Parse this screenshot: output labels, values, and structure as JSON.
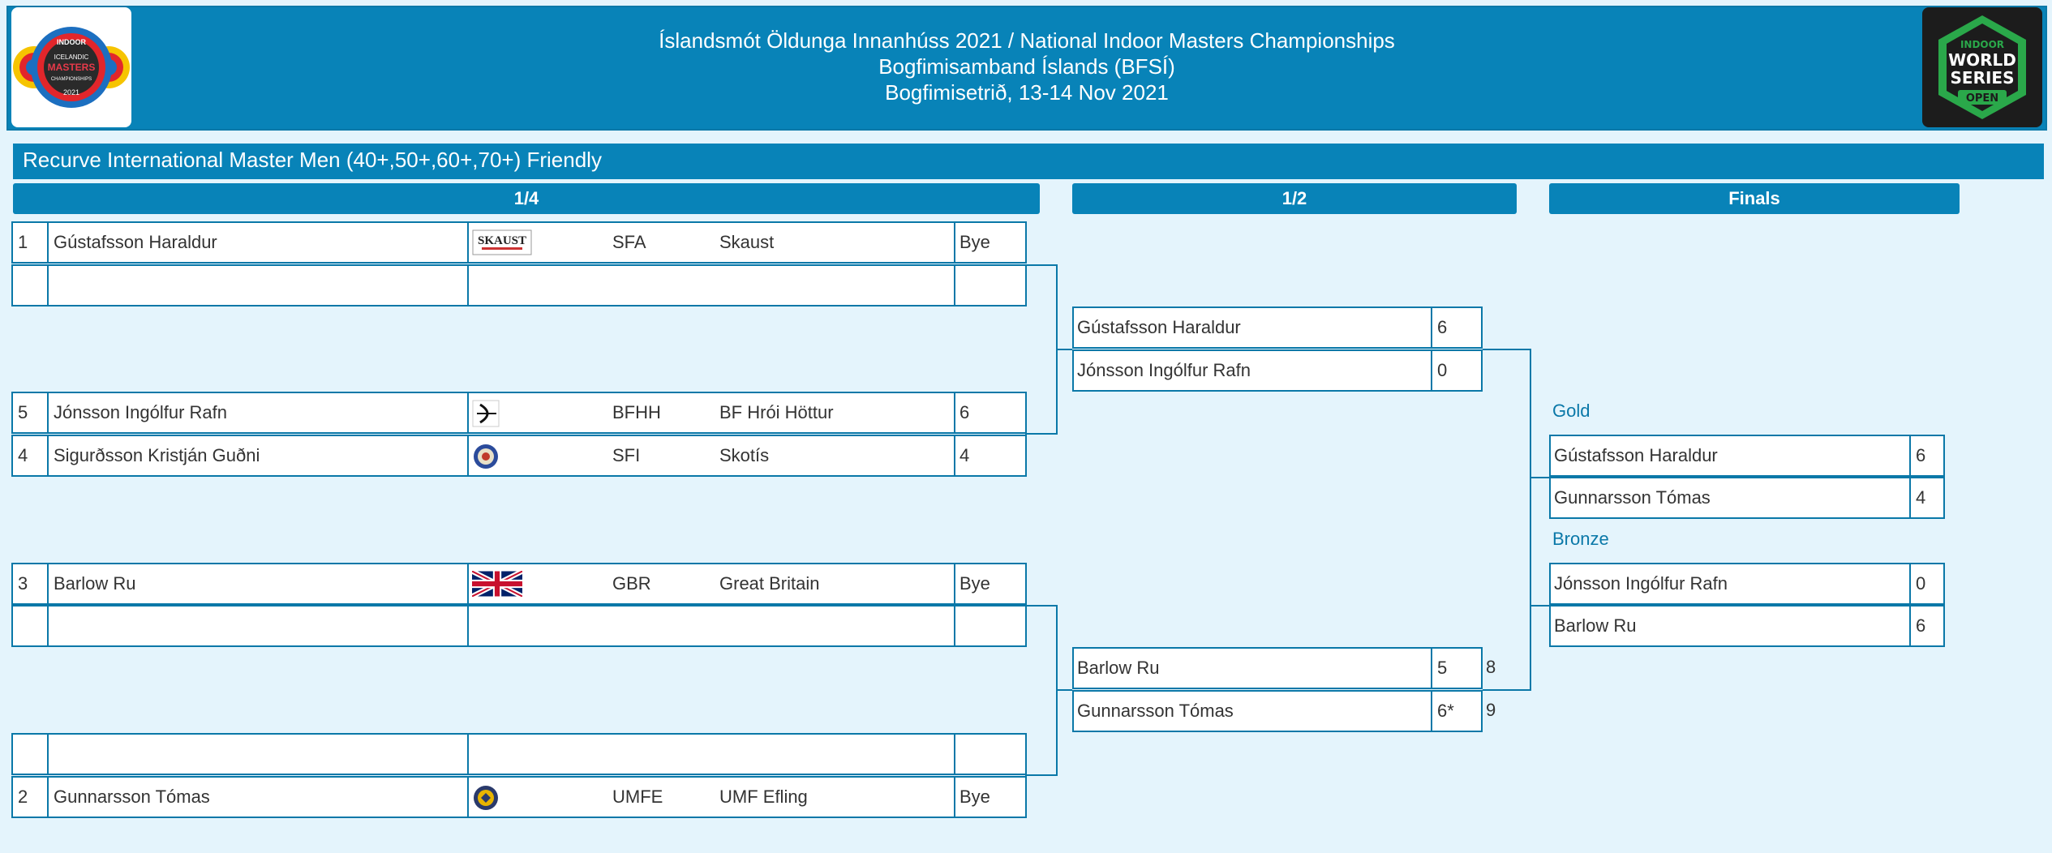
{
  "header": {
    "line1": "Íslandsmót Öldunga Innanhúss 2021 / National Indoor Masters Championships",
    "line2": "Bogfimisamband Íslands (BFSÍ)",
    "line3": "Bogfimisetrið, 13-14 Nov 2021",
    "left_logo": {
      "top": "INDOOR",
      "mid1": "ICELANDIC",
      "mid2": "MASTERS",
      "mid3": "CHAMPIONSHIPS",
      "year": "2021"
    },
    "right_logo": {
      "l1": "INDOOR",
      "l2": "WORLD",
      "l3": "SERIES",
      "l4": "OPEN"
    }
  },
  "event_title": "Recurve International Master Men (40+,50+,60+,70+) Friendly",
  "columns": {
    "quarter": "1/4",
    "semi": "1/2",
    "finals": "Finals"
  },
  "quarter": [
    {
      "seed": "1",
      "name": "Gústafsson Haraldur",
      "flag_icon": "skaust-logo",
      "flag_text": "SKAUST",
      "code": "SFA",
      "club": "Skaust",
      "score": "Bye"
    },
    {
      "seed": "",
      "name": "",
      "flag_icon": "",
      "code": "",
      "club": "",
      "score": ""
    },
    {
      "seed": "5",
      "name": "Jónsson Ingólfur Rafn",
      "flag_icon": "bow-logo",
      "code": "BFHH",
      "club": "BF Hrói Höttur",
      "score": "6"
    },
    {
      "seed": "4",
      "name": "Sigurðsson Kristján Guðni",
      "flag_icon": "round-badge",
      "code": "SFI",
      "club": "Skotís",
      "score": "4"
    },
    {
      "seed": "3",
      "name": "Barlow Ru",
      "flag_icon": "uk-flag",
      "code": "GBR",
      "club": "Great Britain",
      "score": "Bye"
    },
    {
      "seed": "",
      "name": "",
      "flag_icon": "",
      "code": "",
      "club": "",
      "score": ""
    },
    {
      "seed": "",
      "name": "",
      "flag_icon": "",
      "code": "",
      "club": "",
      "score": ""
    },
    {
      "seed": "2",
      "name": "Gunnarsson Tómas",
      "flag_icon": "gold-badge",
      "code": "UMFE",
      "club": "UMF Efling",
      "score": "Bye"
    }
  ],
  "semi": [
    {
      "name": "Gústafsson Haraldur",
      "score": "6",
      "tie": ""
    },
    {
      "name": "Jónsson Ingólfur Rafn",
      "score": "0",
      "tie": ""
    },
    {
      "name": "Barlow Ru",
      "score": "5",
      "tie": "8"
    },
    {
      "name": "Gunnarsson Tómas",
      "score": "6*",
      "tie": "9"
    }
  ],
  "finals": {
    "gold_label": "Gold",
    "gold": [
      {
        "name": "Gústafsson Haraldur",
        "score": "6"
      },
      {
        "name": "Gunnarsson Tómas",
        "score": "4"
      }
    ],
    "bronze_label": "Bronze",
    "bronze": [
      {
        "name": "Jónsson Ingólfur Rafn",
        "score": "0"
      },
      {
        "name": "Barlow Ru",
        "score": "6"
      }
    ]
  },
  "colors": {
    "accent": "#0883b8",
    "background": "#e4f4fc",
    "line": "#0a78a8"
  }
}
